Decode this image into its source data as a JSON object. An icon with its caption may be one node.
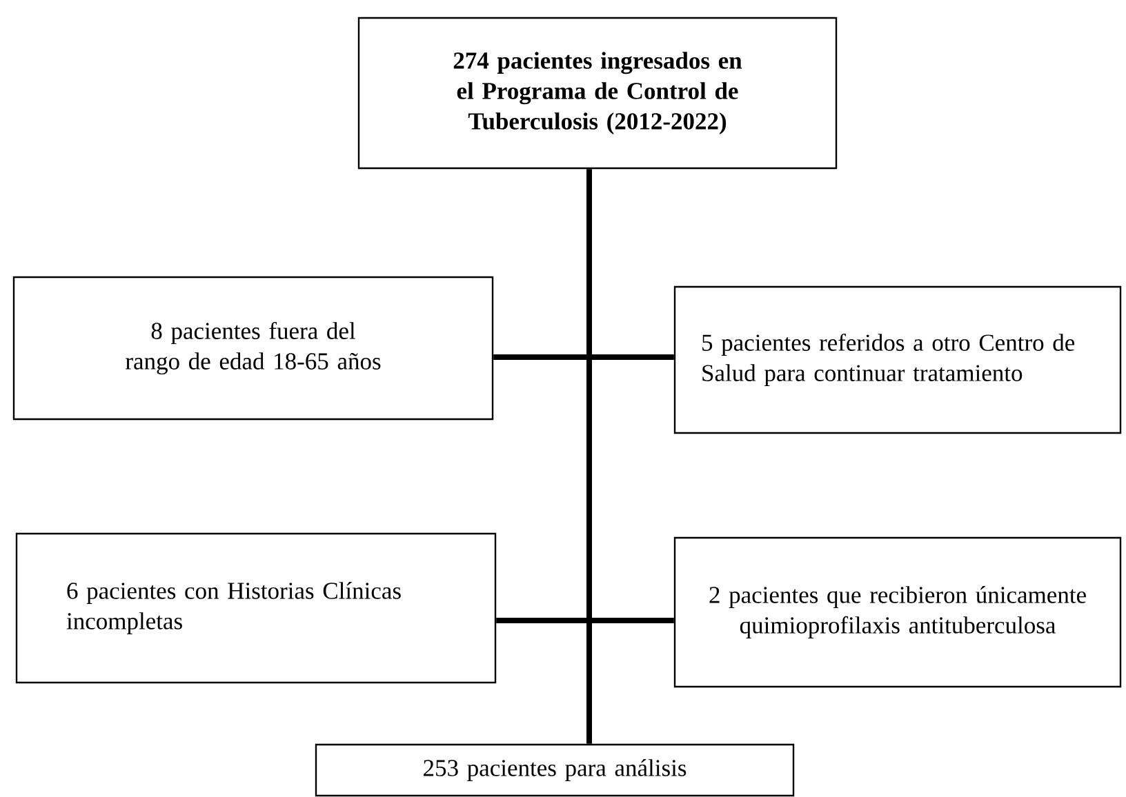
{
  "diagram": {
    "nodes": [
      {
        "text": [
          "274 pacientes ingresados en el Programa de Control de Tuberculosis (2012-2022)"
        ]
      },
      {
        "text": [
          "8 pacientes fuera del rango de edad 18-65 años"
        ]
      },
      {
        "text": [
          "5 pacientes referidos a otro Centro de Salud para continuar tratamiento"
        ]
      },
      {
        "text": [
          "6 pacientes con Historias Clínicas incompletas"
        ]
      },
      {
        "text": [
          "2 pacientes que recibieron únicamente quimioprofilaxis antituberculosa"
        ]
      },
      {
        "text": [
          "253 pacientes para análisis"
        ]
      }
    ],
    "edges": [
      {
        "from": 0,
        "to": 5,
        "arrow": "none"
      },
      {
        "from": 1,
        "to": 2,
        "arrow": "none"
      },
      {
        "from": 3,
        "to": 4,
        "arrow": "none"
      }
    ]
  }
}
